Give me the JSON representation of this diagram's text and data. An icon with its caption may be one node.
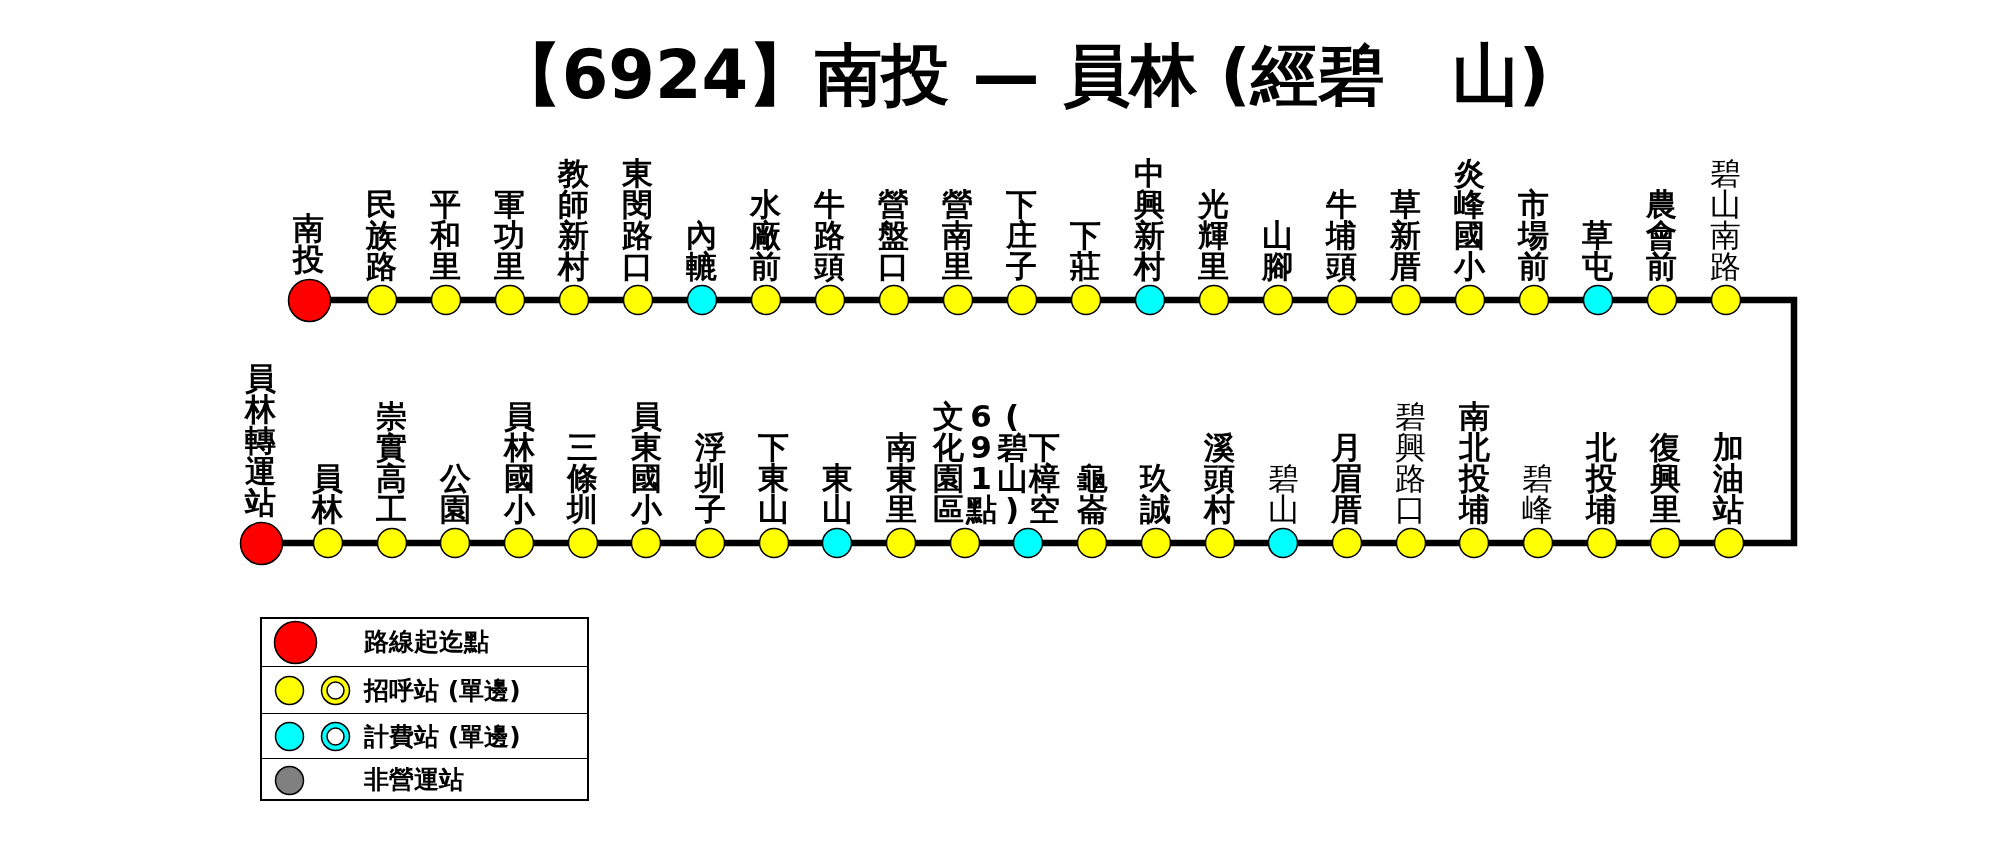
{
  "diagram": {
    "title": "【6924】南投 — 員林 (經碧　山)",
    "nodes": [
      {
        "text": [],
        "shape": "circle",
        "beside": [
          "南投"
        ]
      },
      {
        "text": [],
        "shape": "circle",
        "beside": [
          "民族路"
        ]
      },
      {
        "text": [],
        "shape": "circle",
        "beside": [
          "平和里"
        ]
      },
      {
        "text": [],
        "shape": "circle",
        "beside": [
          "軍功里"
        ]
      },
      {
        "text": [],
        "shape": "circle",
        "beside": [
          "教師新村"
        ]
      },
      {
        "text": [],
        "shape": "circle",
        "beside": [
          "東閔路口"
        ]
      },
      {
        "text": [],
        "shape": "circle",
        "beside": [
          "內轆"
        ]
      },
      {
        "text": [],
        "shape": "circle",
        "beside": [
          "水廠前"
        ]
      },
      {
        "text": [],
        "shape": "circle",
        "beside": [
          "牛路頭"
        ]
      },
      {
        "text": [],
        "shape": "circle",
        "beside": [
          "營盤口"
        ]
      },
      {
        "text": [],
        "shape": "circle",
        "beside": [
          "營南里"
        ]
      },
      {
        "text": [],
        "shape": "circle",
        "beside": [
          "下庄子"
        ]
      },
      {
        "text": [],
        "shape": "circle",
        "beside": [
          "下莊"
        ]
      },
      {
        "text": [],
        "shape": "circle",
        "beside": [
          "中興新村"
        ]
      },
      {
        "text": [],
        "shape": "circle",
        "beside": [
          "光輝里"
        ]
      },
      {
        "text": [],
        "shape": "circle",
        "beside": [
          "山腳"
        ]
      },
      {
        "text": [],
        "shape": "circle",
        "beside": [
          "牛埔頭"
        ]
      },
      {
        "text": [],
        "shape": "circle",
        "beside": [
          "草新厝"
        ]
      },
      {
        "text": [],
        "shape": "circle",
        "beside": [
          "炎峰國小"
        ]
      },
      {
        "text": [],
        "shape": "circle",
        "beside": [
          "市場前"
        ]
      },
      {
        "text": [],
        "shape": "circle",
        "beside": [
          "草屯"
        ]
      },
      {
        "text": [],
        "shape": "circle",
        "beside": [
          "農會前"
        ]
      },
      {
        "text": [],
        "shape": "circle",
        "beside": [
          "碧山南路"
        ]
      },
      {
        "text": [],
        "shape": "circle",
        "beside": [
          "員林轉運站"
        ]
      },
      {
        "text": [],
        "shape": "circle",
        "beside": [
          "員林"
        ]
      },
      {
        "text": [],
        "shape": "circle",
        "beside": [
          "崇實高工"
        ]
      },
      {
        "text": [],
        "shape": "circle",
        "beside": [
          "公園"
        ]
      },
      {
        "text": [],
        "shape": "circle",
        "beside": [
          "員林國小"
        ]
      },
      {
        "text": [],
        "shape": "circle",
        "beside": [
          "三條圳"
        ]
      },
      {
        "text": [],
        "shape": "circle",
        "beside": [
          "員東國小"
        ]
      },
      {
        "text": [],
        "shape": "circle",
        "beside": [
          "浮圳子"
        ]
      },
      {
        "text": [],
        "shape": "circle",
        "beside": [
          "下東山"
        ]
      },
      {
        "text": [],
        "shape": "circle",
        "beside": [
          "東山"
        ]
      },
      {
        "text": [],
        "shape": "circle",
        "beside": [
          "南東里"
        ]
      },
      {
        "text": [],
        "shape": "circle",
        "beside": [
          "691點文化園區"
        ]
      },
      {
        "text": [],
        "shape": "circle",
        "beside": [
          "下樟空(碧山)"
        ]
      },
      {
        "text": [],
        "shape": "circle",
        "beside": [
          "龜崙"
        ]
      },
      {
        "text": [],
        "shape": "circle",
        "beside": [
          "玖誠"
        ]
      },
      {
        "text": [],
        "shape": "circle",
        "beside": [
          "溪頭村"
        ]
      },
      {
        "text": [],
        "shape": "circle",
        "beside": [
          "碧山"
        ]
      },
      {
        "text": [],
        "shape": "circle",
        "beside": [
          "月眉厝"
        ]
      },
      {
        "text": [],
        "shape": "circle",
        "beside": [
          "碧興路口"
        ]
      },
      {
        "text": [],
        "shape": "circle",
        "beside": [
          "南北投埔"
        ]
      },
      {
        "text": [],
        "shape": "circle",
        "beside": [
          "碧峰"
        ]
      },
      {
        "text": [],
        "shape": "circle",
        "beside": [
          "北投埔"
        ]
      },
      {
        "text": [],
        "shape": "circle",
        "beside": [
          "復興里"
        ]
      },
      {
        "text": [],
        "shape": "circle",
        "beside": [
          "加油站"
        ]
      }
    ],
    "edges": [
      {
        "from": 0,
        "to": 1,
        "arrow": "none"
      },
      {
        "from": 1,
        "to": 2,
        "arrow": "none"
      },
      {
        "from": 2,
        "to": 3,
        "arrow": "none"
      },
      {
        "from": 3,
        "to": 4,
        "arrow": "none"
      },
      {
        "from": 4,
        "to": 5,
        "arrow": "none"
      },
      {
        "from": 5,
        "to": 6,
        "arrow": "none"
      },
      {
        "from": 6,
        "to": 7,
        "arrow": "none"
      },
      {
        "from": 7,
        "to": 8,
        "arrow": "none"
      },
      {
        "from": 8,
        "to": 9,
        "arrow": "none"
      },
      {
        "from": 9,
        "to": 10,
        "arrow": "none"
      },
      {
        "from": 10,
        "to": 11,
        "arrow": "none"
      },
      {
        "from": 11,
        "to": 12,
        "arrow": "none"
      },
      {
        "from": 12,
        "to": 13,
        "arrow": "none"
      },
      {
        "from": 13,
        "to": 14,
        "arrow": "none"
      },
      {
        "from": 14,
        "to": 15,
        "arrow": "none"
      },
      {
        "from": 15,
        "to": 16,
        "arrow": "none"
      },
      {
        "from": 16,
        "to": 17,
        "arrow": "none"
      },
      {
        "from": 17,
        "to": 18,
        "arrow": "none"
      },
      {
        "from": 18,
        "to": 19,
        "arrow": "none"
      },
      {
        "from": 19,
        "to": 20,
        "arrow": "none"
      },
      {
        "from": 20,
        "to": 21,
        "arrow": "none"
      },
      {
        "from": 21,
        "to": 22,
        "arrow": "none"
      },
      {
        "from": 22,
        "to": 46,
        "arrow": "none"
      },
      {
        "from": 46,
        "to": 45,
        "arrow": "none"
      },
      {
        "from": 45,
        "to": 44,
        "arrow": "none"
      },
      {
        "from": 44,
        "to": 43,
        "arrow": "none"
      },
      {
        "from": 43,
        "to": 42,
        "arrow": "none"
      },
      {
        "from": 42,
        "to": 41,
        "arrow": "none"
      },
      {
        "from": 41,
        "to": 40,
        "arrow": "none"
      },
      {
        "from": 40,
        "to": 39,
        "arrow": "none"
      },
      {
        "from": 39,
        "to": 38,
        "arrow": "none"
      },
      {
        "from": 38,
        "to": 37,
        "arrow": "none"
      },
      {
        "from": 37,
        "to": 36,
        "arrow": "none"
      },
      {
        "from": 36,
        "to": 35,
        "arrow": "none"
      },
      {
        "from": 35,
        "to": 34,
        "arrow": "none"
      },
      {
        "from": 34,
        "to": 33,
        "arrow": "none"
      },
      {
        "from": 33,
        "to": 32,
        "arrow": "none"
      },
      {
        "from": 32,
        "to": 31,
        "arrow": "none"
      },
      {
        "from": 31,
        "to": 30,
        "arrow": "none"
      },
      {
        "from": 30,
        "to": 29,
        "arrow": "none"
      },
      {
        "from": 29,
        "to": 28,
        "arrow": "none"
      },
      {
        "from": 28,
        "to": 27,
        "arrow": "none"
      },
      {
        "from": 27,
        "to": 26,
        "arrow": "none"
      },
      {
        "from": 26,
        "to": 25,
        "arrow": "none"
      },
      {
        "from": 25,
        "to": 24,
        "arrow": "none"
      },
      {
        "from": 24,
        "to": 23,
        "arrow": "none"
      }
    ],
    "legend": [
      {
        "text": "路線起迄點",
        "color": "#ff0000"
      },
      {
        "text": "招呼站 (單邊)",
        "color": "#ffff00"
      },
      {
        "text": "計費站 (單邊)",
        "color": "#00ffff"
      },
      {
        "text": "非營運站",
        "color": "#808080"
      }
    ]
  }
}
